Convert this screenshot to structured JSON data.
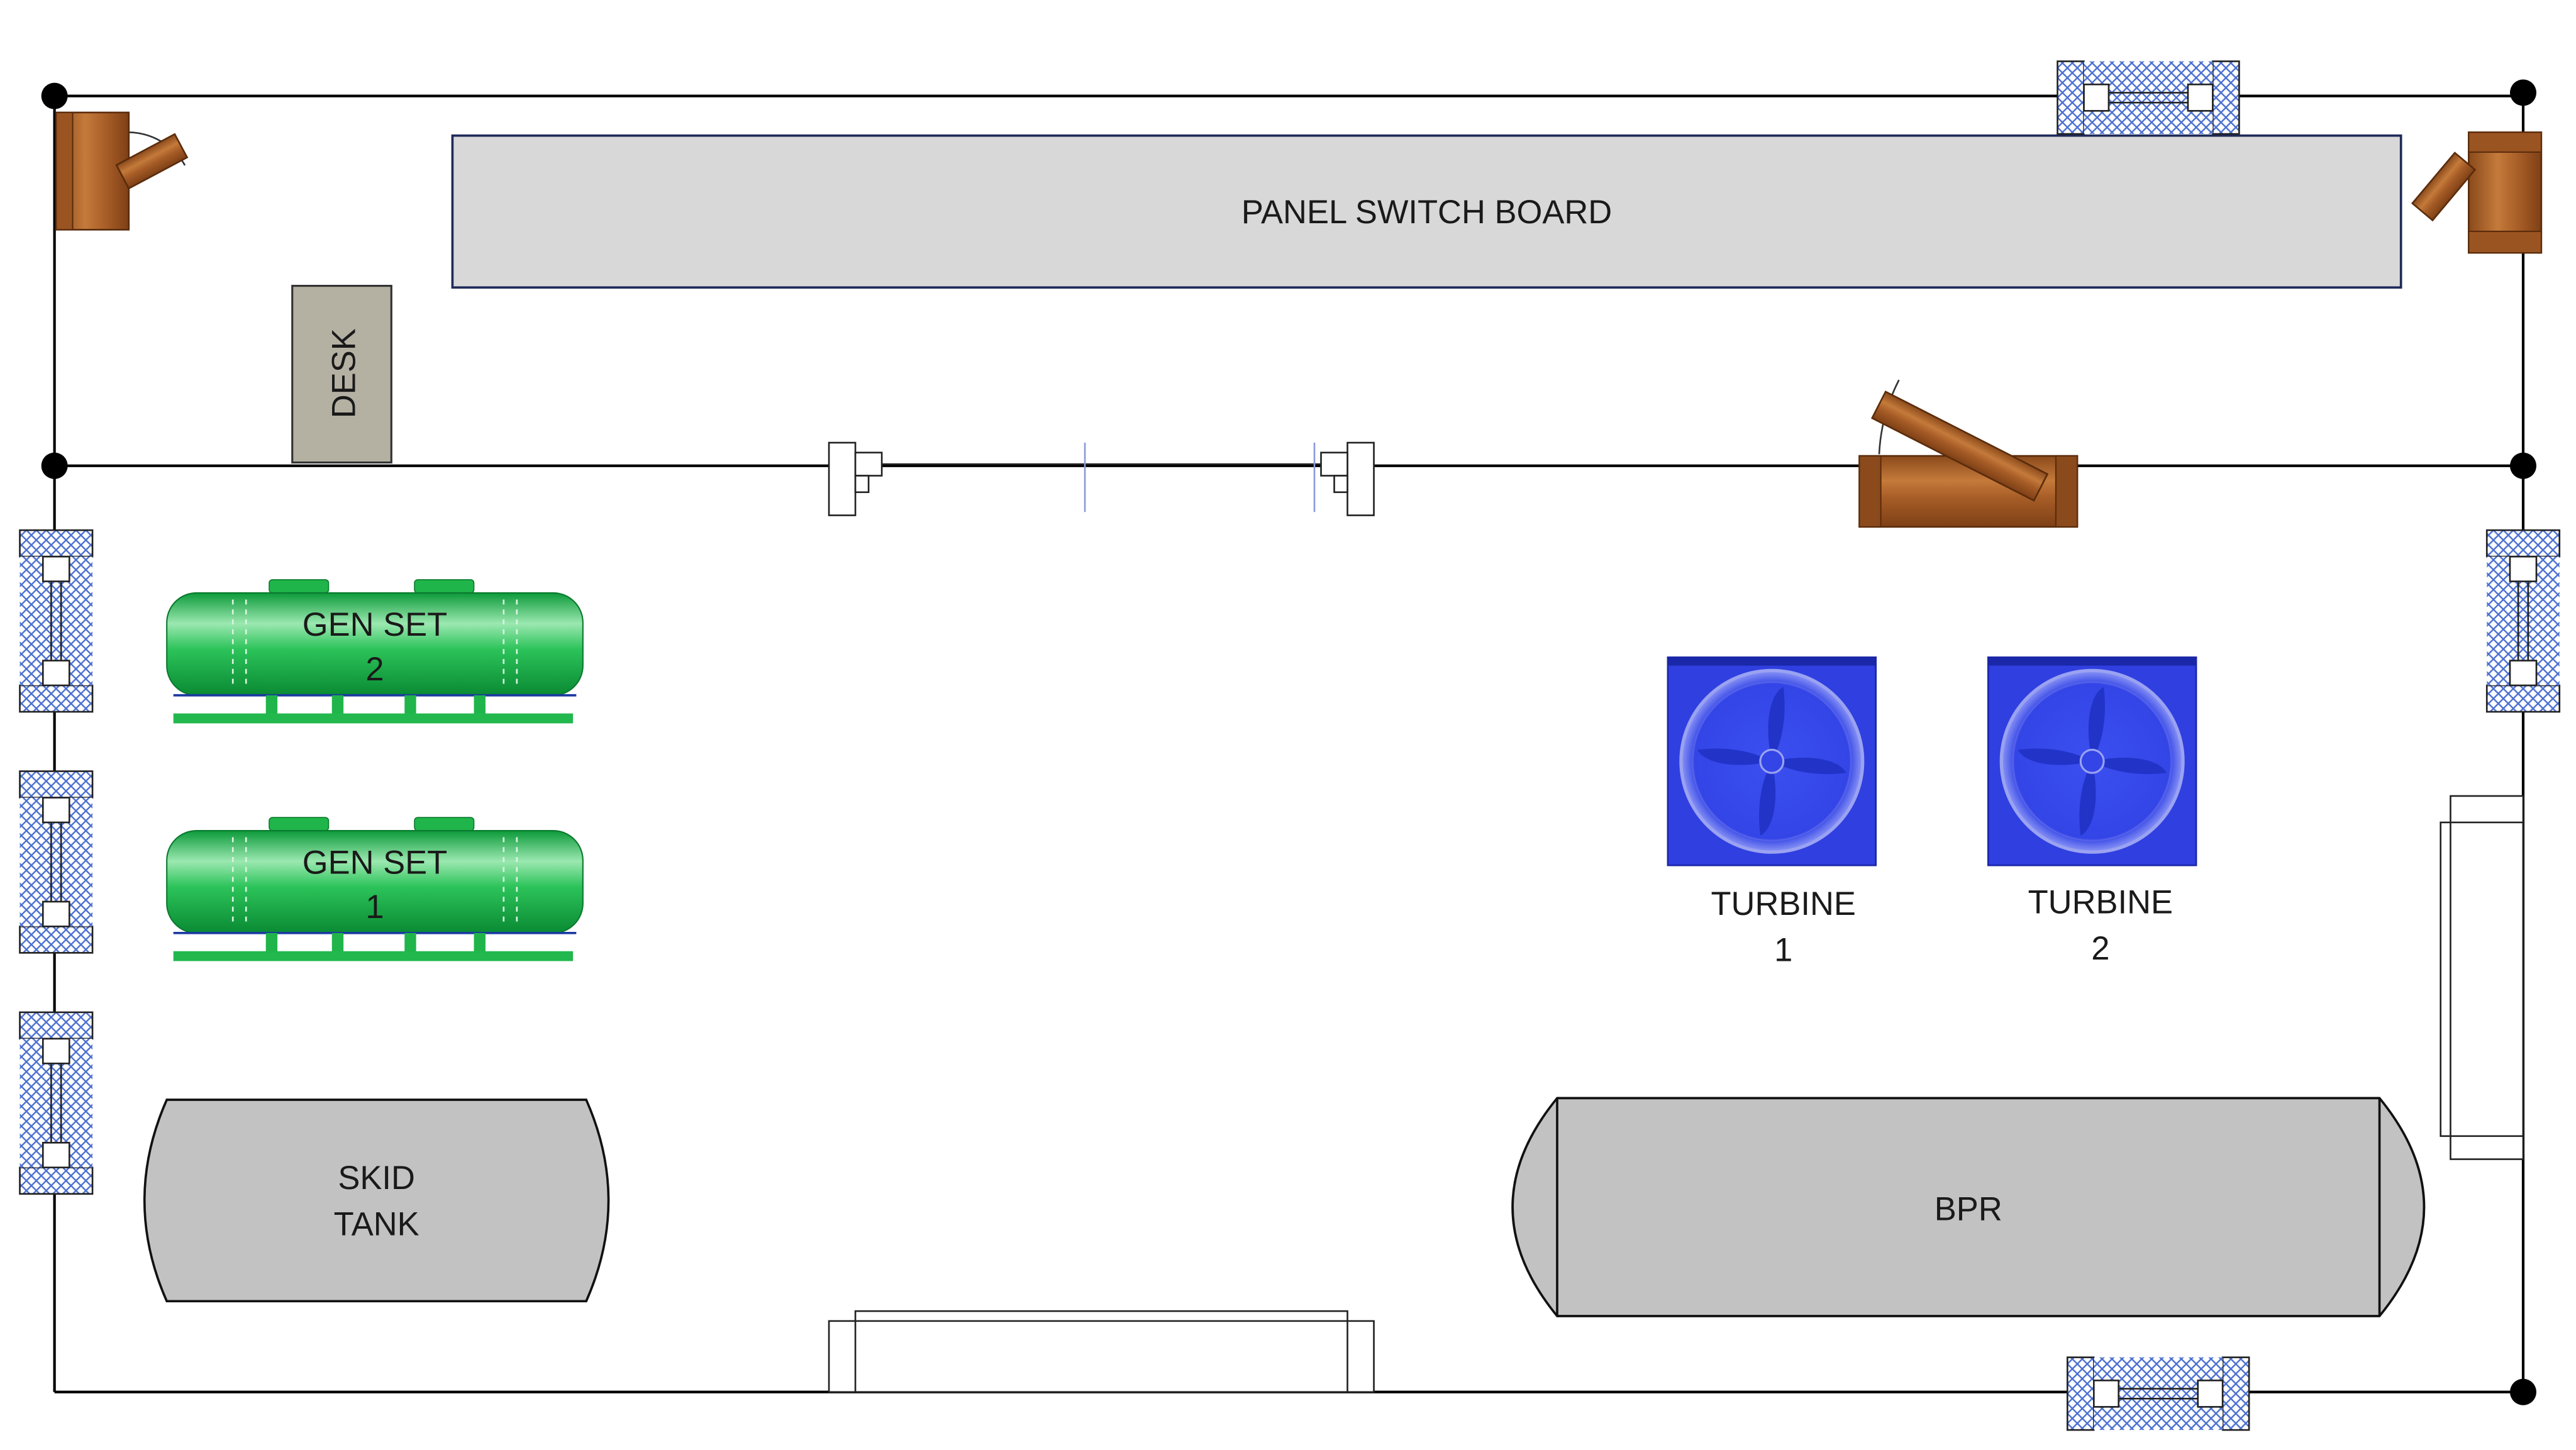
{
  "labels": {
    "panel": "PANEL SWITCH BOARD",
    "desk": "DESK",
    "gen2_line1": "GEN SET",
    "gen2_line2": "2",
    "gen1_line1": "GEN SET",
    "gen1_line2": "1",
    "turbine1_line1": "TURBINE",
    "turbine1_line2": "1",
    "turbine2_line1": "TURBINE",
    "turbine2_line2": "2",
    "skid_line1": "SKID",
    "skid_line2": "TANK",
    "bpr": "BPR"
  },
  "colors": {
    "wall": "#000000",
    "panel_fill": "#d8d8d8",
    "panel_stroke": "#1f2a5a",
    "desk_fill": "#b5b1a2",
    "genset_green": "#1fb54a",
    "turbine_blue": "#2f3fe0",
    "tank_gray": "#c2c2c2",
    "door_wood": "#b0642a",
    "window_blue": "#4a6fd0"
  }
}
